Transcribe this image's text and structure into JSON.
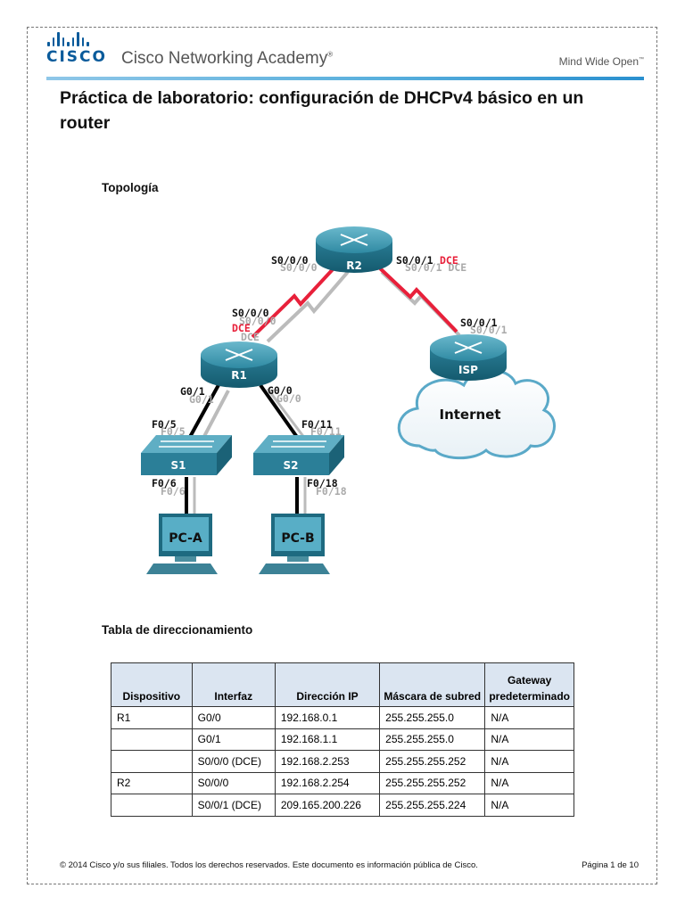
{
  "header": {
    "logo_text": "CISCO",
    "academy_name": "Cisco Networking Academy",
    "academy_mark": "®",
    "slogan": "Mind Wide Open",
    "slogan_mark": "™"
  },
  "title": "Práctica de laboratorio: configuración de DHCPv4 básico en un router",
  "topology": {
    "heading": "Topología",
    "devices": {
      "r1": "R1",
      "r2": "R2",
      "isp": "ISP",
      "s1": "S1",
      "s2": "S2",
      "pca": "PC-A",
      "pcb": "PC-B",
      "cloud": "Internet"
    },
    "labels": {
      "r2_s000": "S0/0/0",
      "r2_s001": "S0/0/1",
      "r2_s001_dce": "DCE",
      "r2_s001_shadow": "S0/0/1 DCE",
      "r1_s000": "S0/0/0",
      "r1_dce": "DCE",
      "isp_s001": "S0/0/1",
      "r1_g01": "G0/1",
      "r1_g00": "G0/0",
      "s1_f05": "F0/5",
      "s2_f011": "F0/11",
      "s1_f06": "F0/6",
      "s2_f018": "F0/18"
    },
    "colors": {
      "serial_link": "#e8203a",
      "ethernet_link": "#000000",
      "device_teal": "#2b7f98",
      "dce_label": "#e8203a"
    }
  },
  "addressing": {
    "heading": "Tabla de direccionamiento",
    "columns": [
      "Dispositivo",
      "Interfaz",
      "Dirección IP",
      "Máscara de subred",
      "Gateway predeterminado"
    ],
    "rows": [
      [
        "R1",
        "G0/0",
        "192.168.0.1",
        "255.255.255.0",
        "N/A"
      ],
      [
        "",
        "G0/1",
        "192.168.1.1",
        "255.255.255.0",
        "N/A"
      ],
      [
        "",
        "S0/0/0 (DCE)",
        "192.168.2.253",
        "255.255.255.252",
        "N/A"
      ],
      [
        "R2",
        "S0/0/0",
        "192.168.2.254",
        "255.255.255.252",
        "N/A"
      ],
      [
        "",
        "S0/0/1 (DCE)",
        "209.165.200.226",
        "255.255.255.224",
        "N/A"
      ]
    ]
  },
  "footer": {
    "copyright": "© 2014 Cisco y/o sus filiales. Todos los derechos reservados. Este documento es información pública de Cisco.",
    "page": "Página 1 de 10"
  }
}
